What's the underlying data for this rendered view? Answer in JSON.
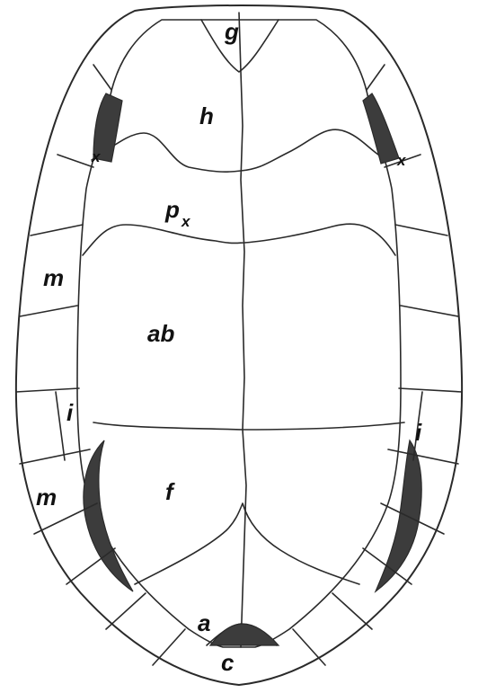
{
  "diagram": {
    "labels": {
      "gular": "g",
      "humeral": "h",
      "pectoral": "p",
      "pectoral_subscript": "x",
      "abdominal": "ab",
      "femoral": "f",
      "anal": "a",
      "cloacal_notch": "c",
      "marginal_upper": "m",
      "marginal_lower": "m",
      "inguinal_left": "i",
      "inguinal_right": "i",
      "axillary_left": "x",
      "axillary_right": "x"
    },
    "colors": {
      "line": "#2a2a2a",
      "shade": "#3c3c3c",
      "background": "#ffffff"
    }
  }
}
